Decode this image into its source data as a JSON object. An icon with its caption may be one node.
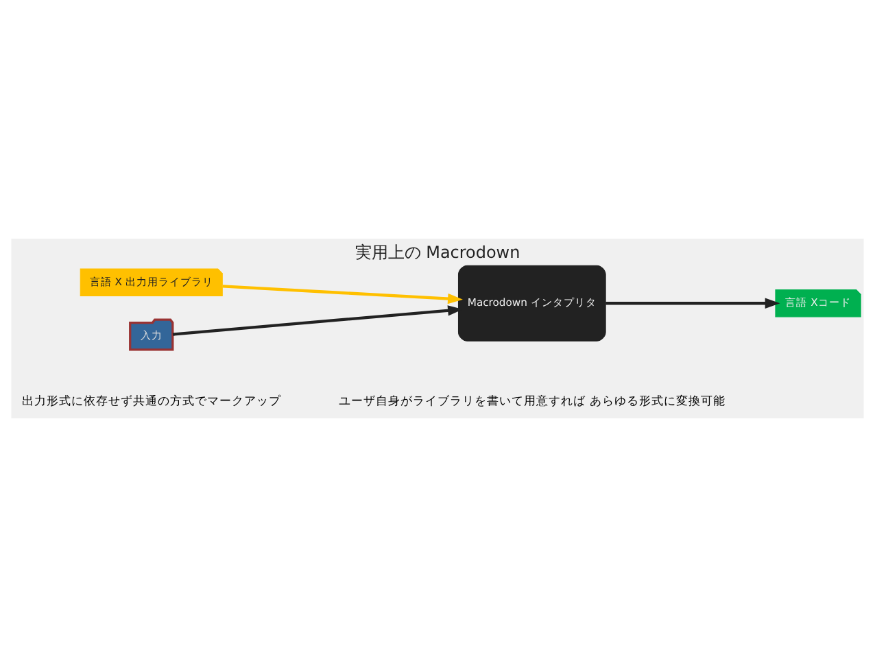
{
  "diagram": {
    "title": "実用上の Macrodown",
    "nodes": [
      {
        "text": [
          "言語 X 出力用ライブラリ"
        ]
      },
      {
        "text": [
          "入力"
        ]
      },
      {
        "text": [
          "Macrodown インタプリタ"
        ]
      },
      {
        "text": [
          "言語 Xコード"
        ]
      }
    ],
    "edges": [
      {
        "from": 0,
        "to": 2,
        "arrow": "to",
        "color": "#ffc000"
      },
      {
        "from": 1,
        "to": 2,
        "arrow": "to"
      },
      {
        "from": 2,
        "to": 3,
        "arrow": "to"
      }
    ],
    "labels": [
      "出力形式に依存せず共通の方式でマークアップ",
      "ユーザ自身がライブラリを書いて用意すれば あらゆる形式に変換可能"
    ]
  }
}
